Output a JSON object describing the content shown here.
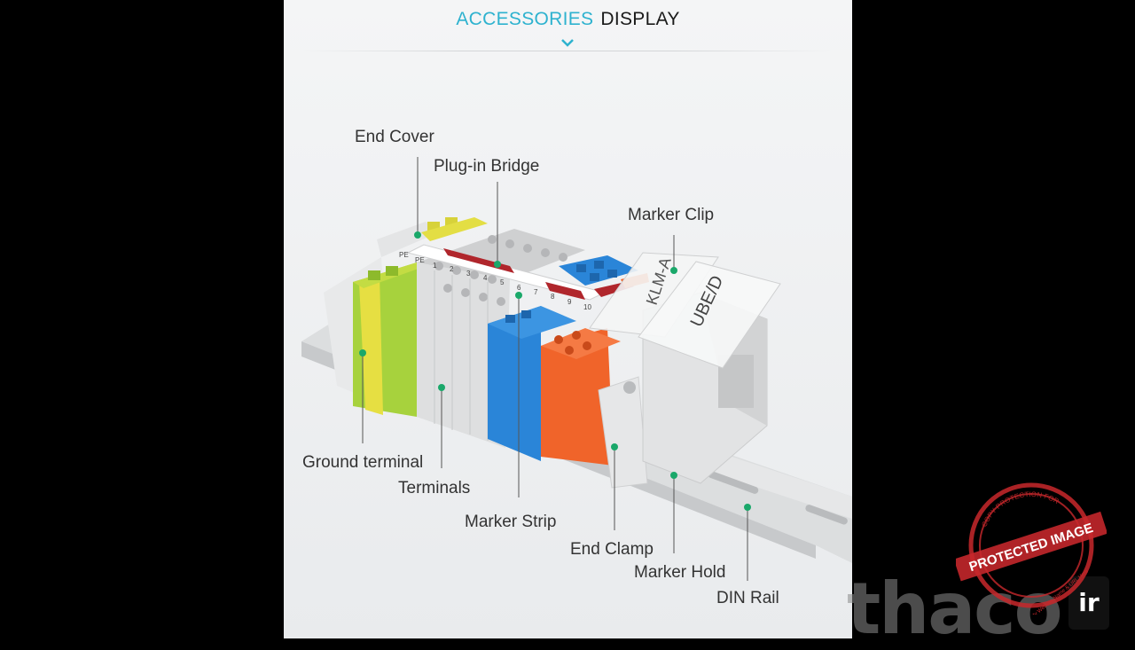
{
  "header": {
    "accent_text": "ACCESSORIES",
    "dark_text": "DISPLAY"
  },
  "labels": {
    "end_cover": "End Cover",
    "plug_in_bridge": "Plug-in Bridge",
    "marker_clip": "Marker Clip",
    "ground_terminal": "Ground terminal",
    "terminals": "Terminals",
    "marker_strip": "Marker Strip",
    "end_clamp": "End Clamp",
    "marker_hold": "Marker Hold",
    "din_rail": "DIN Rail"
  },
  "product_markings": {
    "marker_clip_text": "KLM-A",
    "marker_hold_text": "UBE/D",
    "strip_pe1": "PE",
    "strip_pe2": "PE",
    "strip_numbers": [
      "1",
      "2",
      "3",
      "4",
      "5",
      "6",
      "7",
      "8",
      "9",
      "10"
    ]
  },
  "watermark": {
    "brand": "thaco",
    "suffix": "ir",
    "stamp_text": "PROTECTED IMAGE",
    "stamp_subtext": "My Website Name & URL Here",
    "stamp_ring_text": "COPY PROTECTION FOR"
  },
  "colors": {
    "accent": "#2eb2cf",
    "pointer": "#1aa86a",
    "ground_green": "#9acd32",
    "ground_yellow": "#e8e23a",
    "terminal_grey": "#d9dadb",
    "blue": "#2a85d8",
    "orange": "#f0642a",
    "bridge_red": "#b0262c",
    "stamp_red": "#c8282c"
  }
}
